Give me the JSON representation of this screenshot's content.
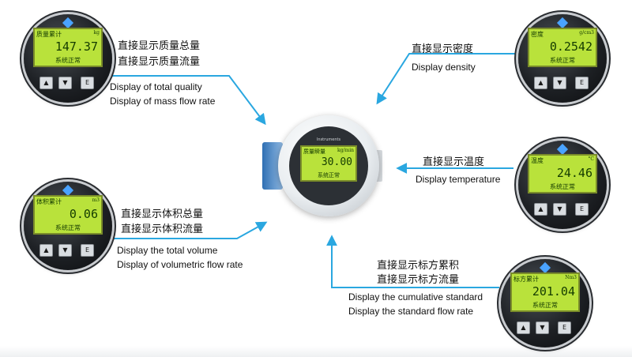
{
  "accent_color": "#2aa7e0",
  "lcd_color": "#b9e23b",
  "center_meter": {
    "brand": "Instruments",
    "lcd": {
      "title": "质量瞬量",
      "unit": "kg/min",
      "value": "30.00",
      "status": "系统正常"
    }
  },
  "callouts": {
    "mass": {
      "zh": [
        "直接显示质量总量",
        "直接显示质量流量"
      ],
      "en": [
        "Display of total quality",
        "Display of mass flow rate"
      ],
      "lcd": {
        "title": "质量累计",
        "unit": "kg",
        "value": "147.37",
        "status": "系统正常"
      }
    },
    "density": {
      "zh": [
        "直接显示密度"
      ],
      "en": [
        "Display density"
      ],
      "lcd": {
        "title": "密度",
        "unit": "g/cm3",
        "value": "0.2542",
        "status": "系统正常"
      }
    },
    "temperature": {
      "zh": [
        "直接显示温度"
      ],
      "en": [
        "Display temperature"
      ],
      "lcd": {
        "title": "温度",
        "unit": "°C",
        "value": "24.46",
        "status": "系统正常"
      }
    },
    "volume": {
      "zh": [
        "直接显示体积总量",
        "直接显示体积流量"
      ],
      "en": [
        "Display the total volume",
        "Display of volumetric flow rate"
      ],
      "lcd": {
        "title": "体积累计",
        "unit": "m3",
        "value": "0.06",
        "status": "系统正常"
      }
    },
    "standard": {
      "zh": [
        "直接显示标方累积",
        "直接显示标方流量"
      ],
      "en": [
        "Display the cumulative standard",
        "Display the standard flow rate"
      ],
      "lcd": {
        "title": "标方累计",
        "unit": "Nm3",
        "value": "201.04",
        "status": "系统正常"
      }
    }
  },
  "keys": {
    "up": "▲",
    "down": "▼",
    "enter": "E"
  }
}
